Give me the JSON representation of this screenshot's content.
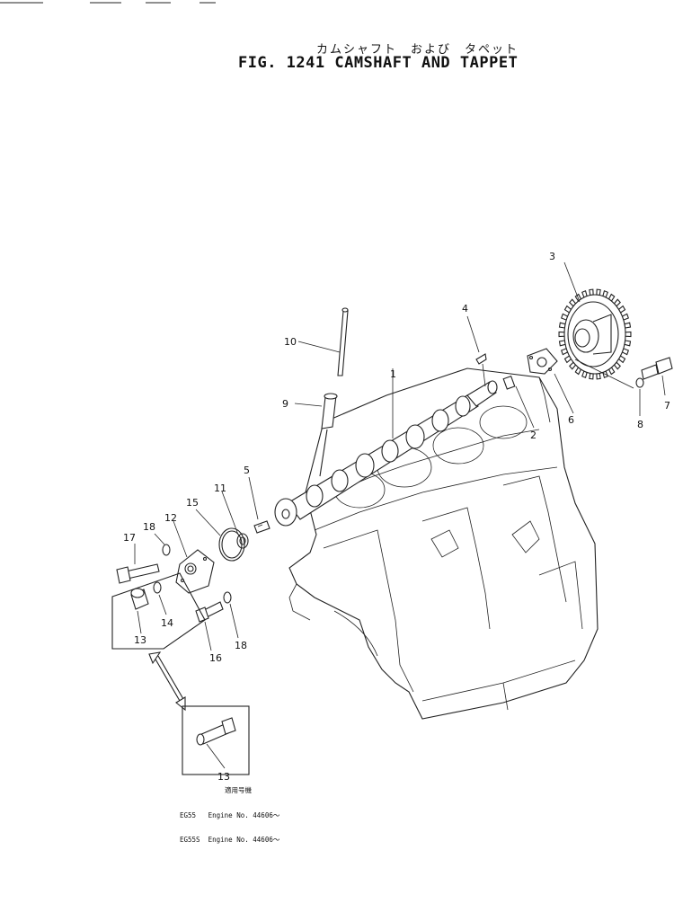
{
  "header": {
    "title_jp": "カムシャフト　および　タペット",
    "title_en": "FIG. 1241  CAMSHAFT AND TAPPET"
  },
  "parts": [
    {
      "id": "p1",
      "label": "1"
    },
    {
      "id": "p2",
      "label": "2"
    },
    {
      "id": "p3",
      "label": "3"
    },
    {
      "id": "p4",
      "label": "4"
    },
    {
      "id": "p5",
      "label": "5"
    },
    {
      "id": "p6",
      "label": "6"
    },
    {
      "id": "p7",
      "label": "7"
    },
    {
      "id": "p8",
      "label": "8"
    },
    {
      "id": "p9",
      "label": "9"
    },
    {
      "id": "p10",
      "label": "10"
    },
    {
      "id": "p11",
      "label": "11"
    },
    {
      "id": "p12",
      "label": "12"
    },
    {
      "id": "p13a",
      "label": "13"
    },
    {
      "id": "p13b",
      "label": "13"
    },
    {
      "id": "p14",
      "label": "14"
    },
    {
      "id": "p15",
      "label": "15"
    },
    {
      "id": "p16",
      "label": "16"
    },
    {
      "id": "p17",
      "label": "17"
    },
    {
      "id": "p18a",
      "label": "18"
    },
    {
      "id": "p18b",
      "label": "18"
    }
  ],
  "note": {
    "heading": "適用号機",
    "line1": "EG55   Engine No. 44606～",
    "line2": "EG55S  Engine No. 44606～"
  }
}
